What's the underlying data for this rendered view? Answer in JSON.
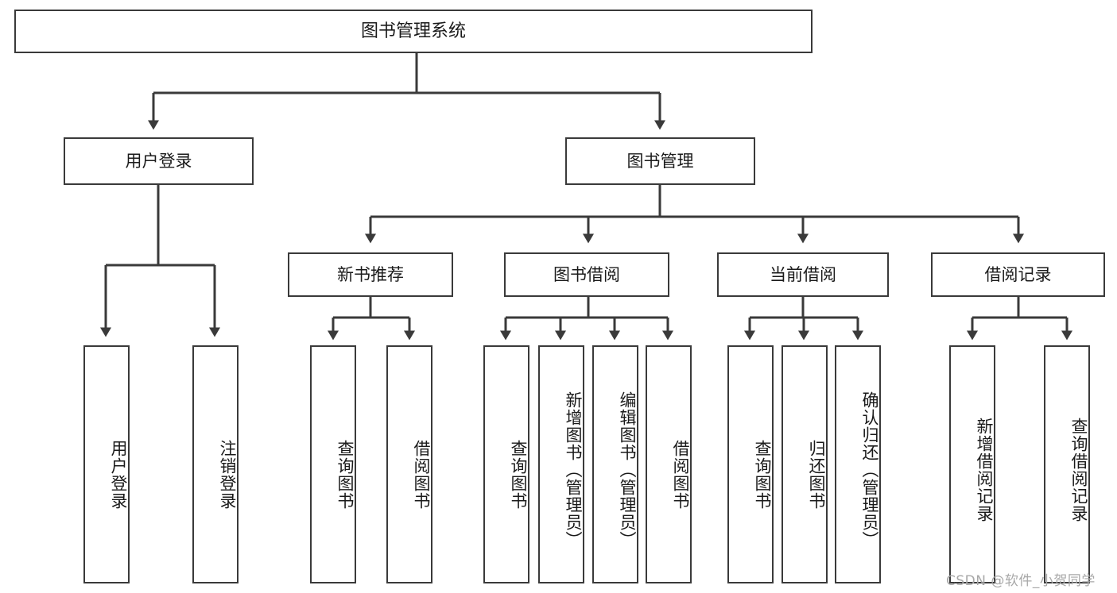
{
  "diagram": {
    "title": "图书管理系统",
    "type": "tree-hierarchy",
    "stroke_color": "#3a3a3a",
    "fill_color": "#ffffff",
    "text_color": "#1a1a1a"
  },
  "root": {
    "label": "图书管理系统"
  },
  "level2": [
    {
      "label": "用户登录"
    },
    {
      "label": "图书管理"
    }
  ],
  "level3": [
    {
      "label": "新书推荐"
    },
    {
      "label": "图书借阅"
    },
    {
      "label": "当前借阅"
    },
    {
      "label": "借阅记录"
    }
  ],
  "leaves": {
    "user_login": [
      {
        "label": "用户登录"
      },
      {
        "label": "注销登录"
      }
    ],
    "new_book_recommend": [
      {
        "label": "查询图书"
      },
      {
        "label": "借阅图书"
      }
    ],
    "book_borrow": [
      {
        "label": "查询图书"
      },
      {
        "label": "新增图书（管理员）"
      },
      {
        "label": "编辑图书（管理员）"
      },
      {
        "label": "借阅图书"
      }
    ],
    "current_borrow": [
      {
        "label": "查询图书"
      },
      {
        "label": "归还图书"
      },
      {
        "label": "确认归还（管理员）"
      }
    ],
    "borrow_record": [
      {
        "label": "新增借阅记录"
      },
      {
        "label": "查询借阅记录"
      }
    ]
  },
  "watermark": {
    "text": "CSDN @软件_小贺同学"
  }
}
